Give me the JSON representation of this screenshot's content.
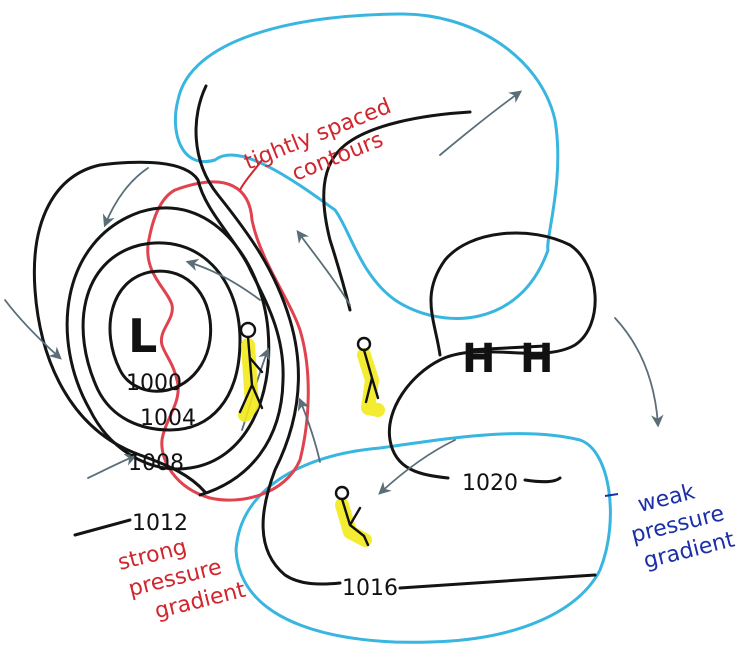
{
  "diagram": {
    "isobar_labels": [
      "1000",
      "1004",
      "1008",
      "1012",
      "1016",
      "1020"
    ],
    "low_symbol": "L",
    "high_symbol": "H",
    "annotations": {
      "tight": [
        "tightly spaced",
        "contours"
      ],
      "strong": [
        "strong",
        "pressure",
        "gradient"
      ],
      "weak": [
        "weak",
        "pressure",
        "gradient"
      ]
    },
    "colors": {
      "isobars": "#141414",
      "red_region": "#e0424e",
      "blue_region": "#38b6e0",
      "red_text": "#d1262e",
      "blue_text": "#1a2fa8",
      "highlight": "#f2ea1a",
      "arrows": "#5b6e78"
    }
  }
}
